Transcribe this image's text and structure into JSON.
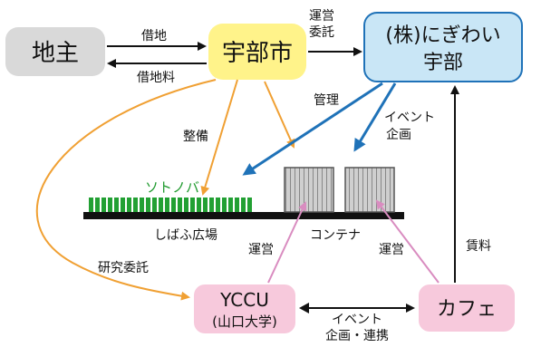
{
  "nodes": {
    "landowner": "地主",
    "ube_city": "宇部市",
    "company_line1": "(株)にぎわい",
    "company_line2": "宇部",
    "yccu_line1": "YCCU",
    "yccu_line2": "(山口大学)",
    "cafe": "カフェ"
  },
  "labels": {
    "lease": "借地",
    "lease_fee": "借地料",
    "ops_commission_line1": "運営",
    "ops_commission_line2": "委託",
    "management": "管理",
    "event_planning_line1": "イベント",
    "event_planning_line2": "企画",
    "maintenance": "整備",
    "sotonoba": "ソトノバ",
    "lawn_plaza": "しばふ広場",
    "container": "コンテナ",
    "operate_left": "運営",
    "operate_right": "運営",
    "research_commission": "研究委託",
    "rent": "賃料",
    "event_collab_line1": "イベント",
    "event_collab_line2": "企画・連携"
  },
  "colors": {
    "landowner_fill": "#d9d9d9",
    "city_fill": "#fff38a",
    "company_fill": "#c9e6f6",
    "company_stroke": "#1f72b8",
    "pink_fill": "#f7c9dc",
    "orange_arrow": "#f0a033",
    "blue_arrow": "#1f72b8",
    "pink_arrow": "#d98cc0",
    "lawn_green": "#22a033",
    "sotonoba_text": "#1f9a2e"
  }
}
